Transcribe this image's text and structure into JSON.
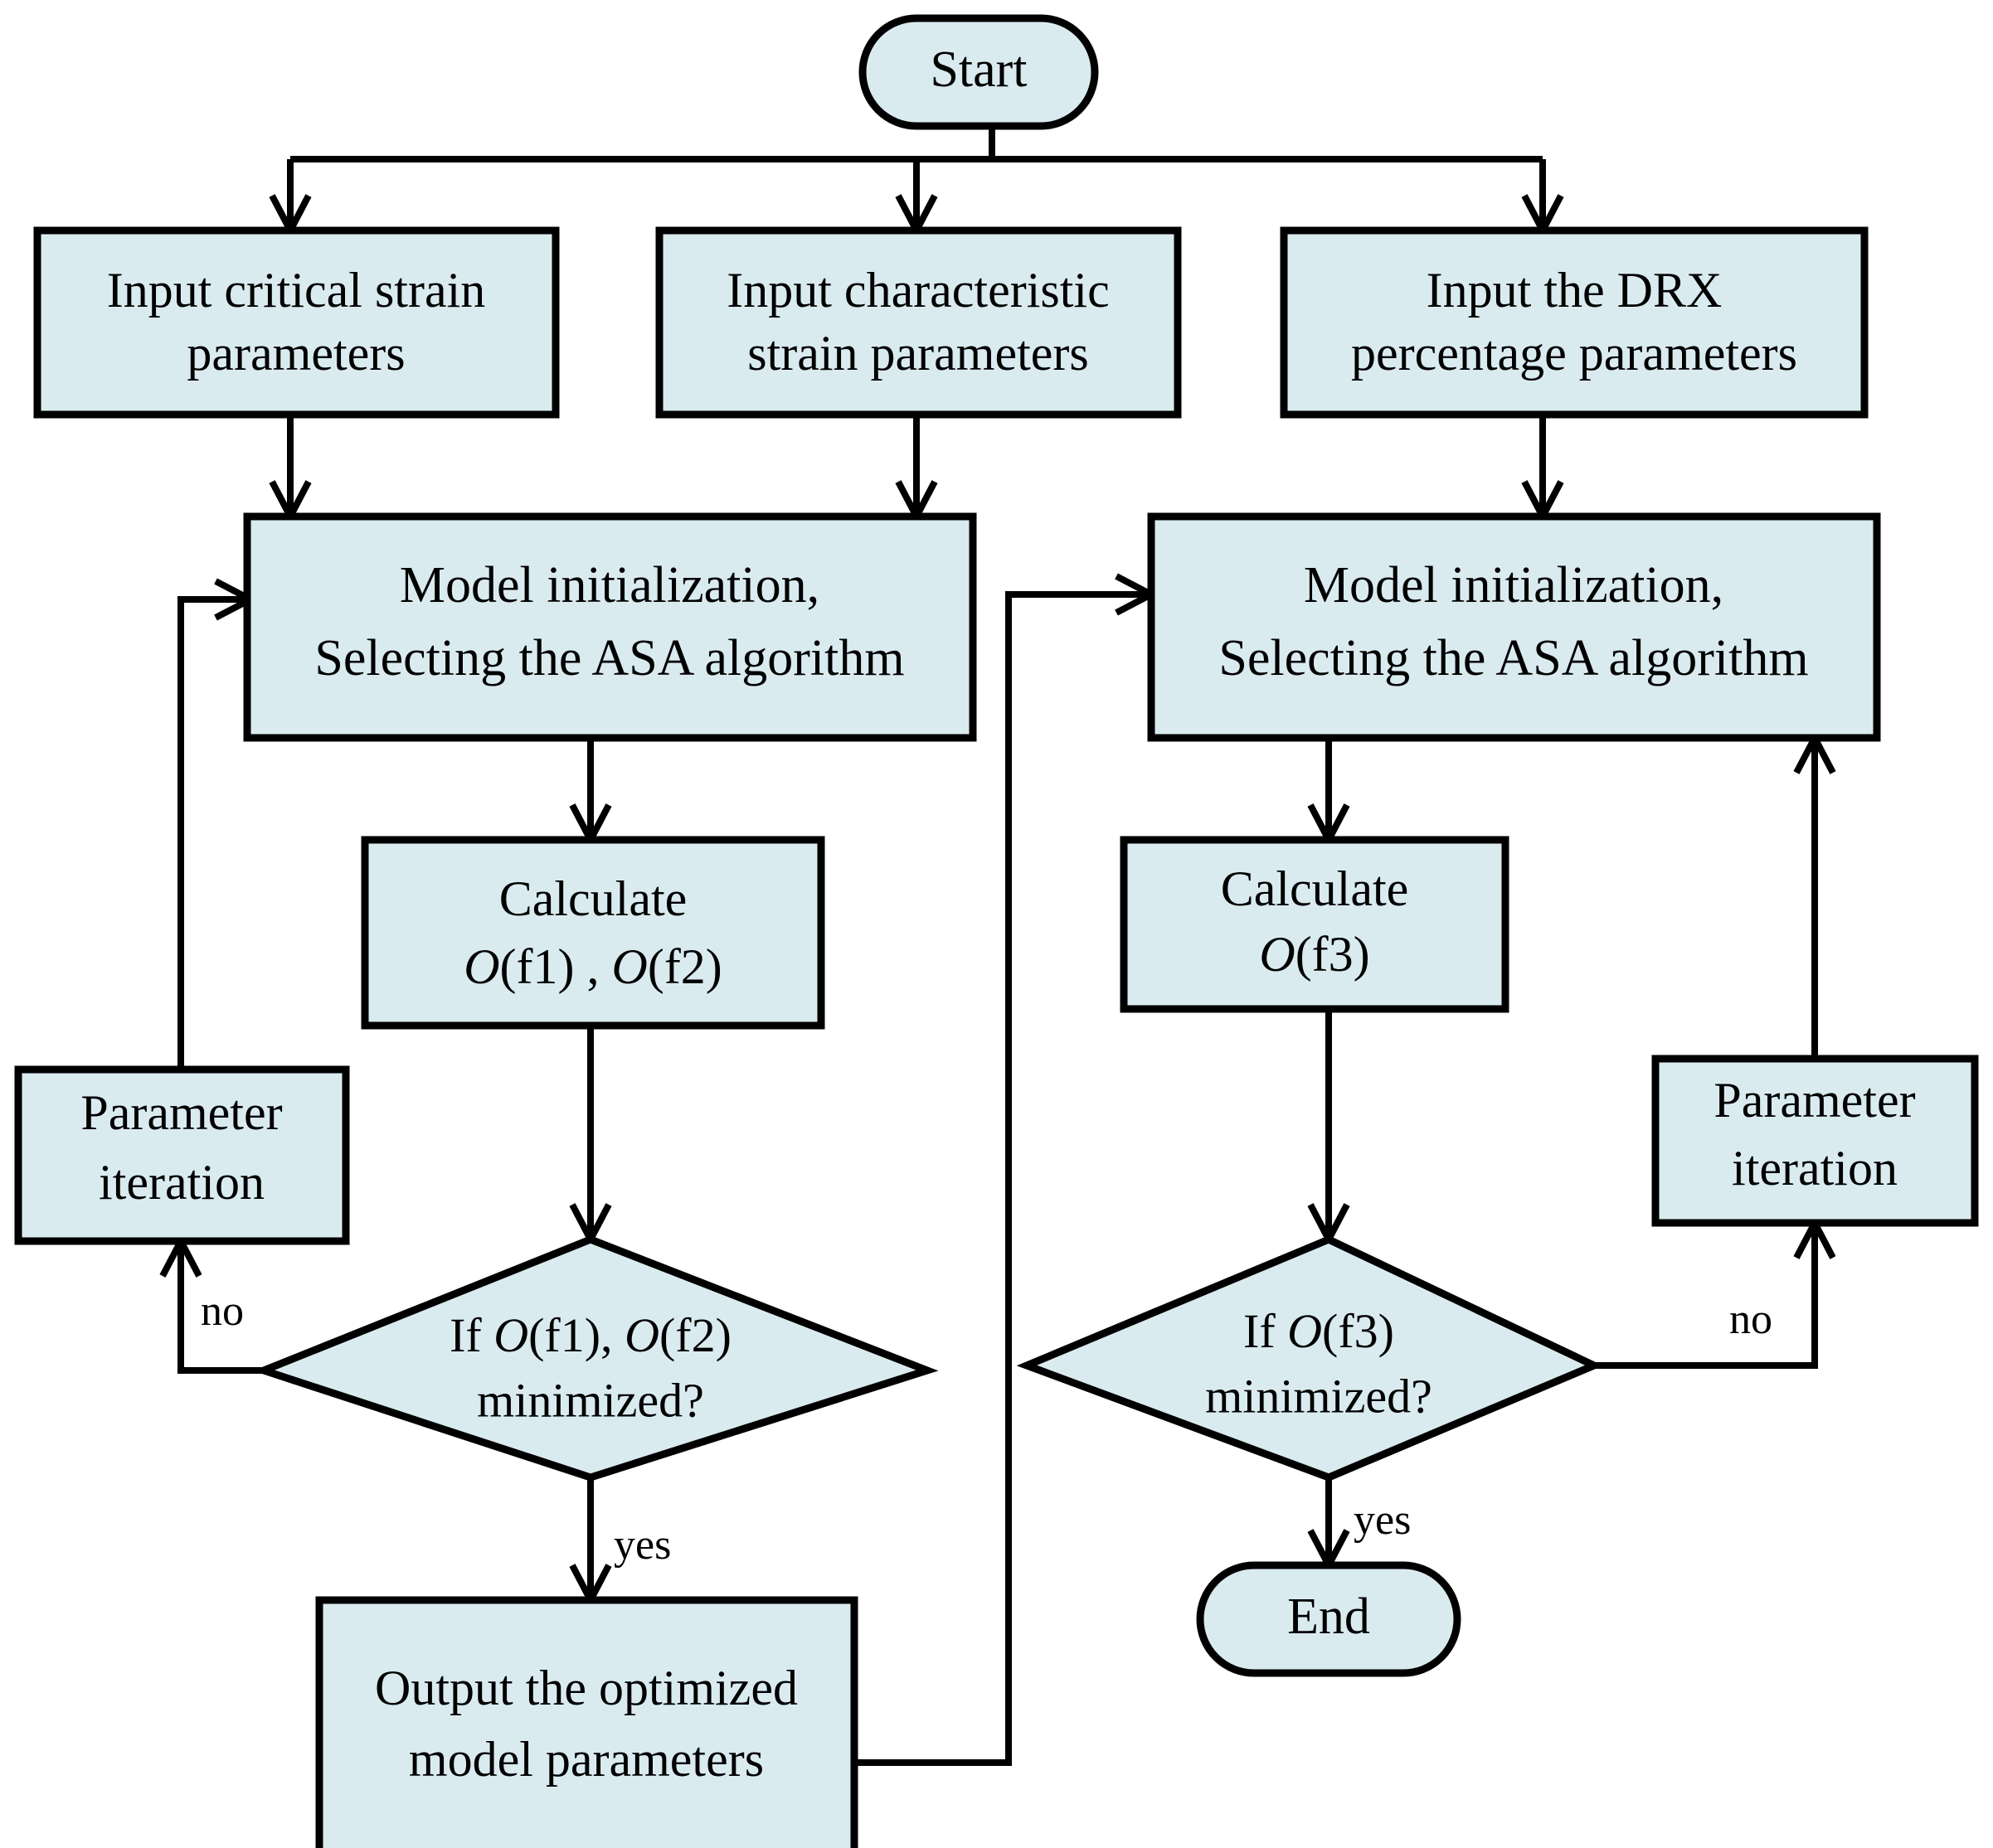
{
  "diagram": {
    "title": "ASA parameter optimization flowchart",
    "colors": {
      "node_fill": "#daebf0",
      "node_stroke": "#000000",
      "connector": "#000000",
      "background": "#ffffff"
    },
    "nodes": {
      "start": {
        "label": "Start",
        "shape": "terminator"
      },
      "end": {
        "label": "End",
        "shape": "terminator"
      },
      "input_critical": {
        "line1": "Input critical strain",
        "line2": "parameters",
        "shape": "process"
      },
      "input_characteristic": {
        "line1": "Input characteristic",
        "line2": "strain parameters",
        "shape": "process"
      },
      "input_drx": {
        "line1": "Input the DRX",
        "line2": "percentage parameters",
        "shape": "process"
      },
      "model_init_left": {
        "line1": "Model initialization,",
        "line2": "Selecting the ASA algorithm",
        "shape": "process"
      },
      "model_init_right": {
        "line1": "Model initialization,",
        "line2": "Selecting the ASA algorithm",
        "shape": "process"
      },
      "calculate_left": {
        "line1": "Calculate",
        "line2_prefix": "O",
        "line2_mid": "(f1) , ",
        "line2_prefix2": "O",
        "line2_end": "(f2)",
        "line2_plain": "O(f1) , O(f2)",
        "shape": "process"
      },
      "calculate_right": {
        "line1": "Calculate",
        "line2_plain": "O(f3)",
        "shape": "process"
      },
      "decision_left": {
        "line1_plain": "If O(f1), O(f2)",
        "line2": "minimized?",
        "shape": "decision"
      },
      "decision_right": {
        "line1_plain": "If O(f3)",
        "line2": "minimized?",
        "shape": "decision"
      },
      "param_iter_left": {
        "line1": "Parameter",
        "line2": "iteration",
        "shape": "process"
      },
      "param_iter_right": {
        "line1": "Parameter",
        "line2": "iteration",
        "shape": "process"
      },
      "output_params": {
        "line1": "Output the optimized",
        "line2": "model parameters",
        "shape": "process"
      }
    },
    "edge_labels": {
      "no_left": "no",
      "yes_left": "yes",
      "no_right": "no",
      "yes_right": "yes"
    }
  }
}
